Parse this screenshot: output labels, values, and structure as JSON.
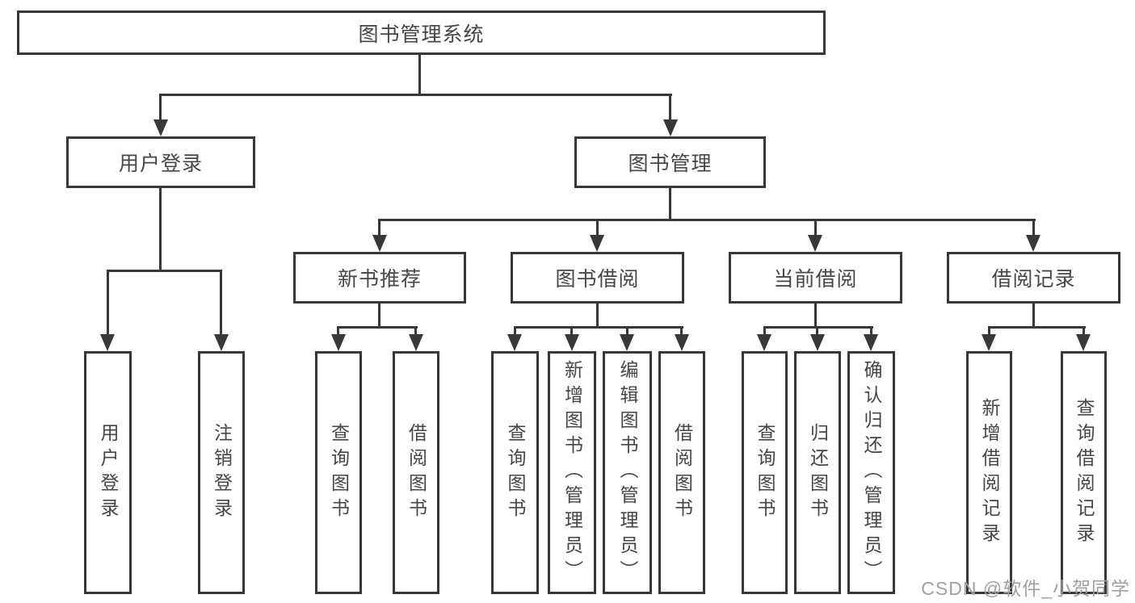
{
  "root": {
    "label": "图书管理系统"
  },
  "level2": [
    {
      "label": "用户登录"
    },
    {
      "label": "图书管理"
    }
  ],
  "level3": [
    {
      "label": "新书推荐"
    },
    {
      "label": "图书借阅"
    },
    {
      "label": "当前借阅"
    },
    {
      "label": "借阅记录"
    }
  ],
  "leaves": [
    {
      "label": "用户登录"
    },
    {
      "label": "注销登录"
    },
    {
      "label": "查询图书"
    },
    {
      "label": "借阅图书"
    },
    {
      "label": "查询图书"
    },
    {
      "label": "新增图书（管理员）"
    },
    {
      "label": "编辑图书（管理员）"
    },
    {
      "label": "借阅图书"
    },
    {
      "label": "查询图书"
    },
    {
      "label": "归还图书"
    },
    {
      "label": "确认归还（管理员）"
    },
    {
      "label": "新增借阅记录"
    },
    {
      "label": "查询借阅记录"
    }
  ],
  "watermark": {
    "text": "CSDN @软件_小贺同学"
  },
  "colors": {
    "line": "#383838",
    "text": "#464646",
    "watermark": "#a0a0a0",
    "background": "#ffffff"
  }
}
